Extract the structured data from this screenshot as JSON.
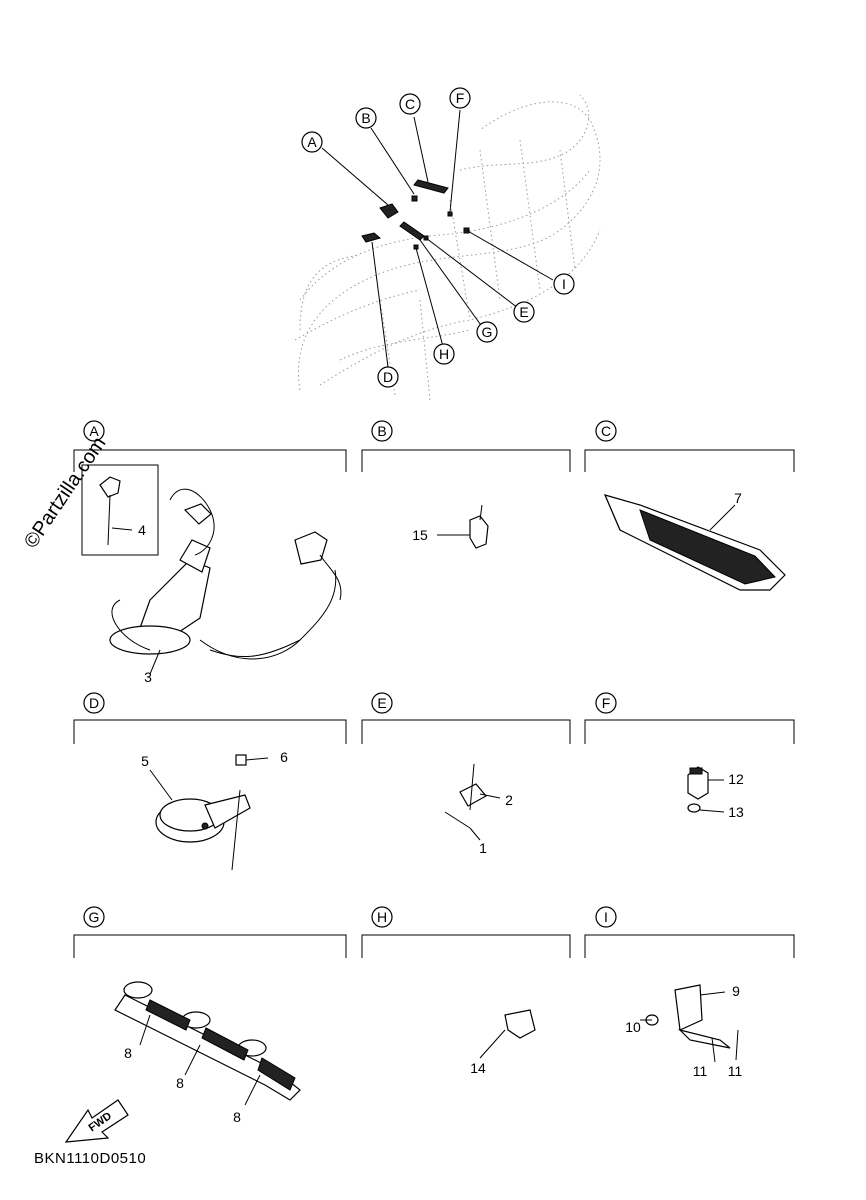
{
  "overview_callouts": [
    {
      "letter": "A"
    },
    {
      "letter": "B"
    },
    {
      "letter": "C"
    },
    {
      "letter": "F"
    },
    {
      "letter": "I"
    },
    {
      "letter": "E"
    },
    {
      "letter": "G"
    },
    {
      "letter": "H"
    },
    {
      "letter": "D"
    }
  ],
  "panels": [
    {
      "letter": "A",
      "parts": [
        "4",
        "3"
      ]
    },
    {
      "letter": "B",
      "parts": [
        "15"
      ]
    },
    {
      "letter": "C",
      "parts": [
        "7"
      ]
    },
    {
      "letter": "D",
      "parts": [
        "5",
        "6"
      ]
    },
    {
      "letter": "E",
      "parts": [
        "2",
        "1"
      ]
    },
    {
      "letter": "F",
      "parts": [
        "12",
        "13"
      ]
    },
    {
      "letter": "G",
      "parts": [
        "8",
        "8",
        "8"
      ]
    },
    {
      "letter": "H",
      "parts": [
        "14"
      ]
    },
    {
      "letter": "I",
      "parts": [
        "9",
        "10",
        "11",
        "11"
      ]
    }
  ],
  "fwd_arrow_label": "FWD",
  "diagram_code": "BKN1110D0510",
  "watermark": "©Partzilla.com"
}
